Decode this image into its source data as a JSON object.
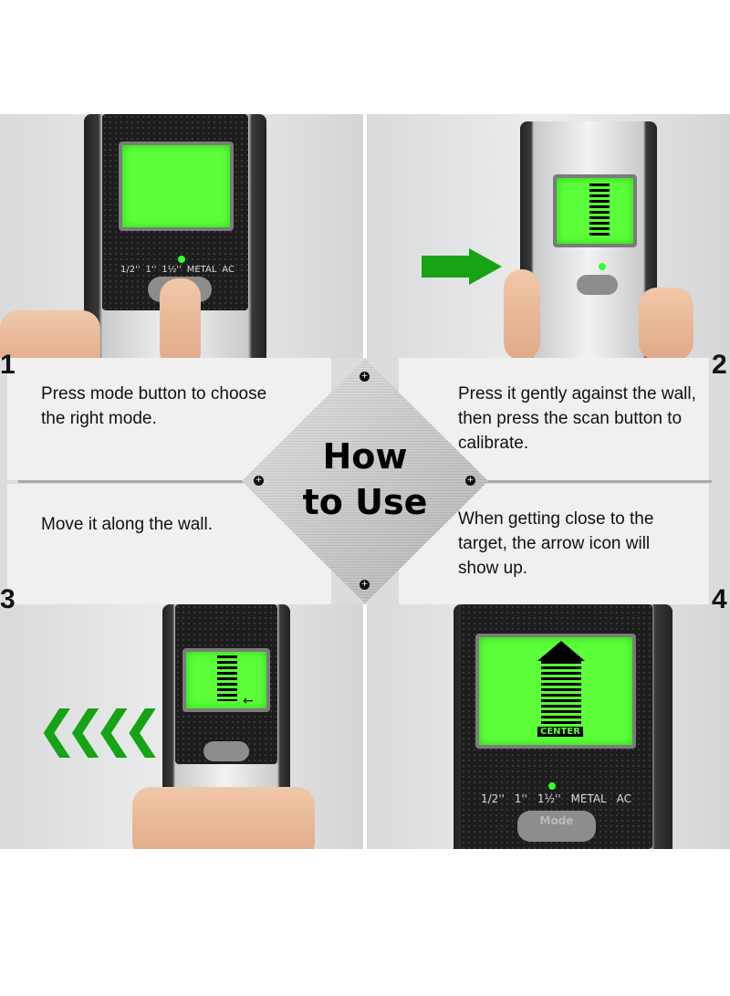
{
  "title": {
    "line1": "How",
    "line2": "to Use"
  },
  "steps": [
    {
      "number": "1",
      "text": "Press mode button to choose the right mode."
    },
    {
      "number": "2",
      "text": "Press it gently against the wall, then press the scan button to calibrate."
    },
    {
      "number": "3",
      "text": "Move it along the wall."
    },
    {
      "number": "4",
      "text": "When getting close to the target, the arrow icon will show up."
    }
  ],
  "device": {
    "modes": [
      "1/2''",
      "1''",
      "1½''",
      "METAL",
      "AC"
    ],
    "center_label": "CENTER",
    "button_label": "Mode"
  },
  "colors": {
    "lcd": "#5cff3a",
    "arrow": "#16a316"
  }
}
